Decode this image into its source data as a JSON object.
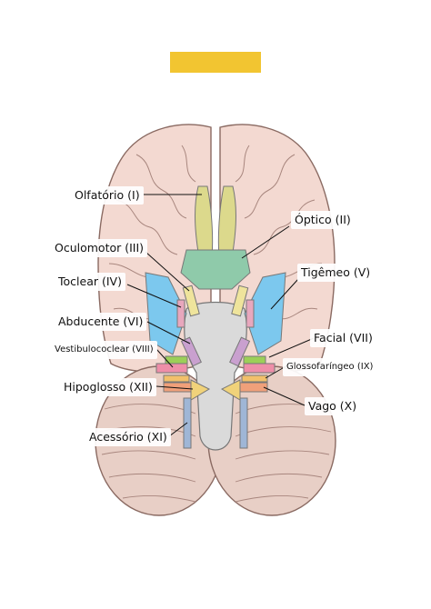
{
  "title_bar": {
    "color": "#f2c531",
    "text": ""
  },
  "labels": {
    "olfactory": "Olfatório (I)",
    "optic": "Óptico (II)",
    "oculomotor": "Oculomotor (III)",
    "trochlear": "Toclear (IV)",
    "trigeminal": "Tigêmeo (V)",
    "abducens": "Abducente (VI)",
    "facial": "Facial (VII)",
    "vestibulocochlear": "Vestibulococlear (VIII)",
    "glossopharyngeal": "Glossofaríngeo (IX)",
    "hypoglossal": "Hipoglosso (XII)",
    "vagus": "Vago (X)",
    "accessory": "Acessório (XI)"
  },
  "colors": {
    "cerebrum": "#f3d9d1",
    "cerebrum_outline": "#8a6a62",
    "cerebellum": "#e8cfc6",
    "brainstem": "#dadada",
    "olfactory": "#dcd98c",
    "optic": "#8fcaaa",
    "oculomotor": "#efe49c",
    "trochlear": "#e8a7bd",
    "trigeminal": "#7cc8ee",
    "abducens": "#c9a0cf",
    "facial": "#9ccf58",
    "vestibulocochlear": "#ee8ea8",
    "glossopharyngeal": "#f2c06a",
    "vagus": "#f0a07a",
    "accessory": "#9fb6d6",
    "hypoglossal": "#f0d27a"
  }
}
